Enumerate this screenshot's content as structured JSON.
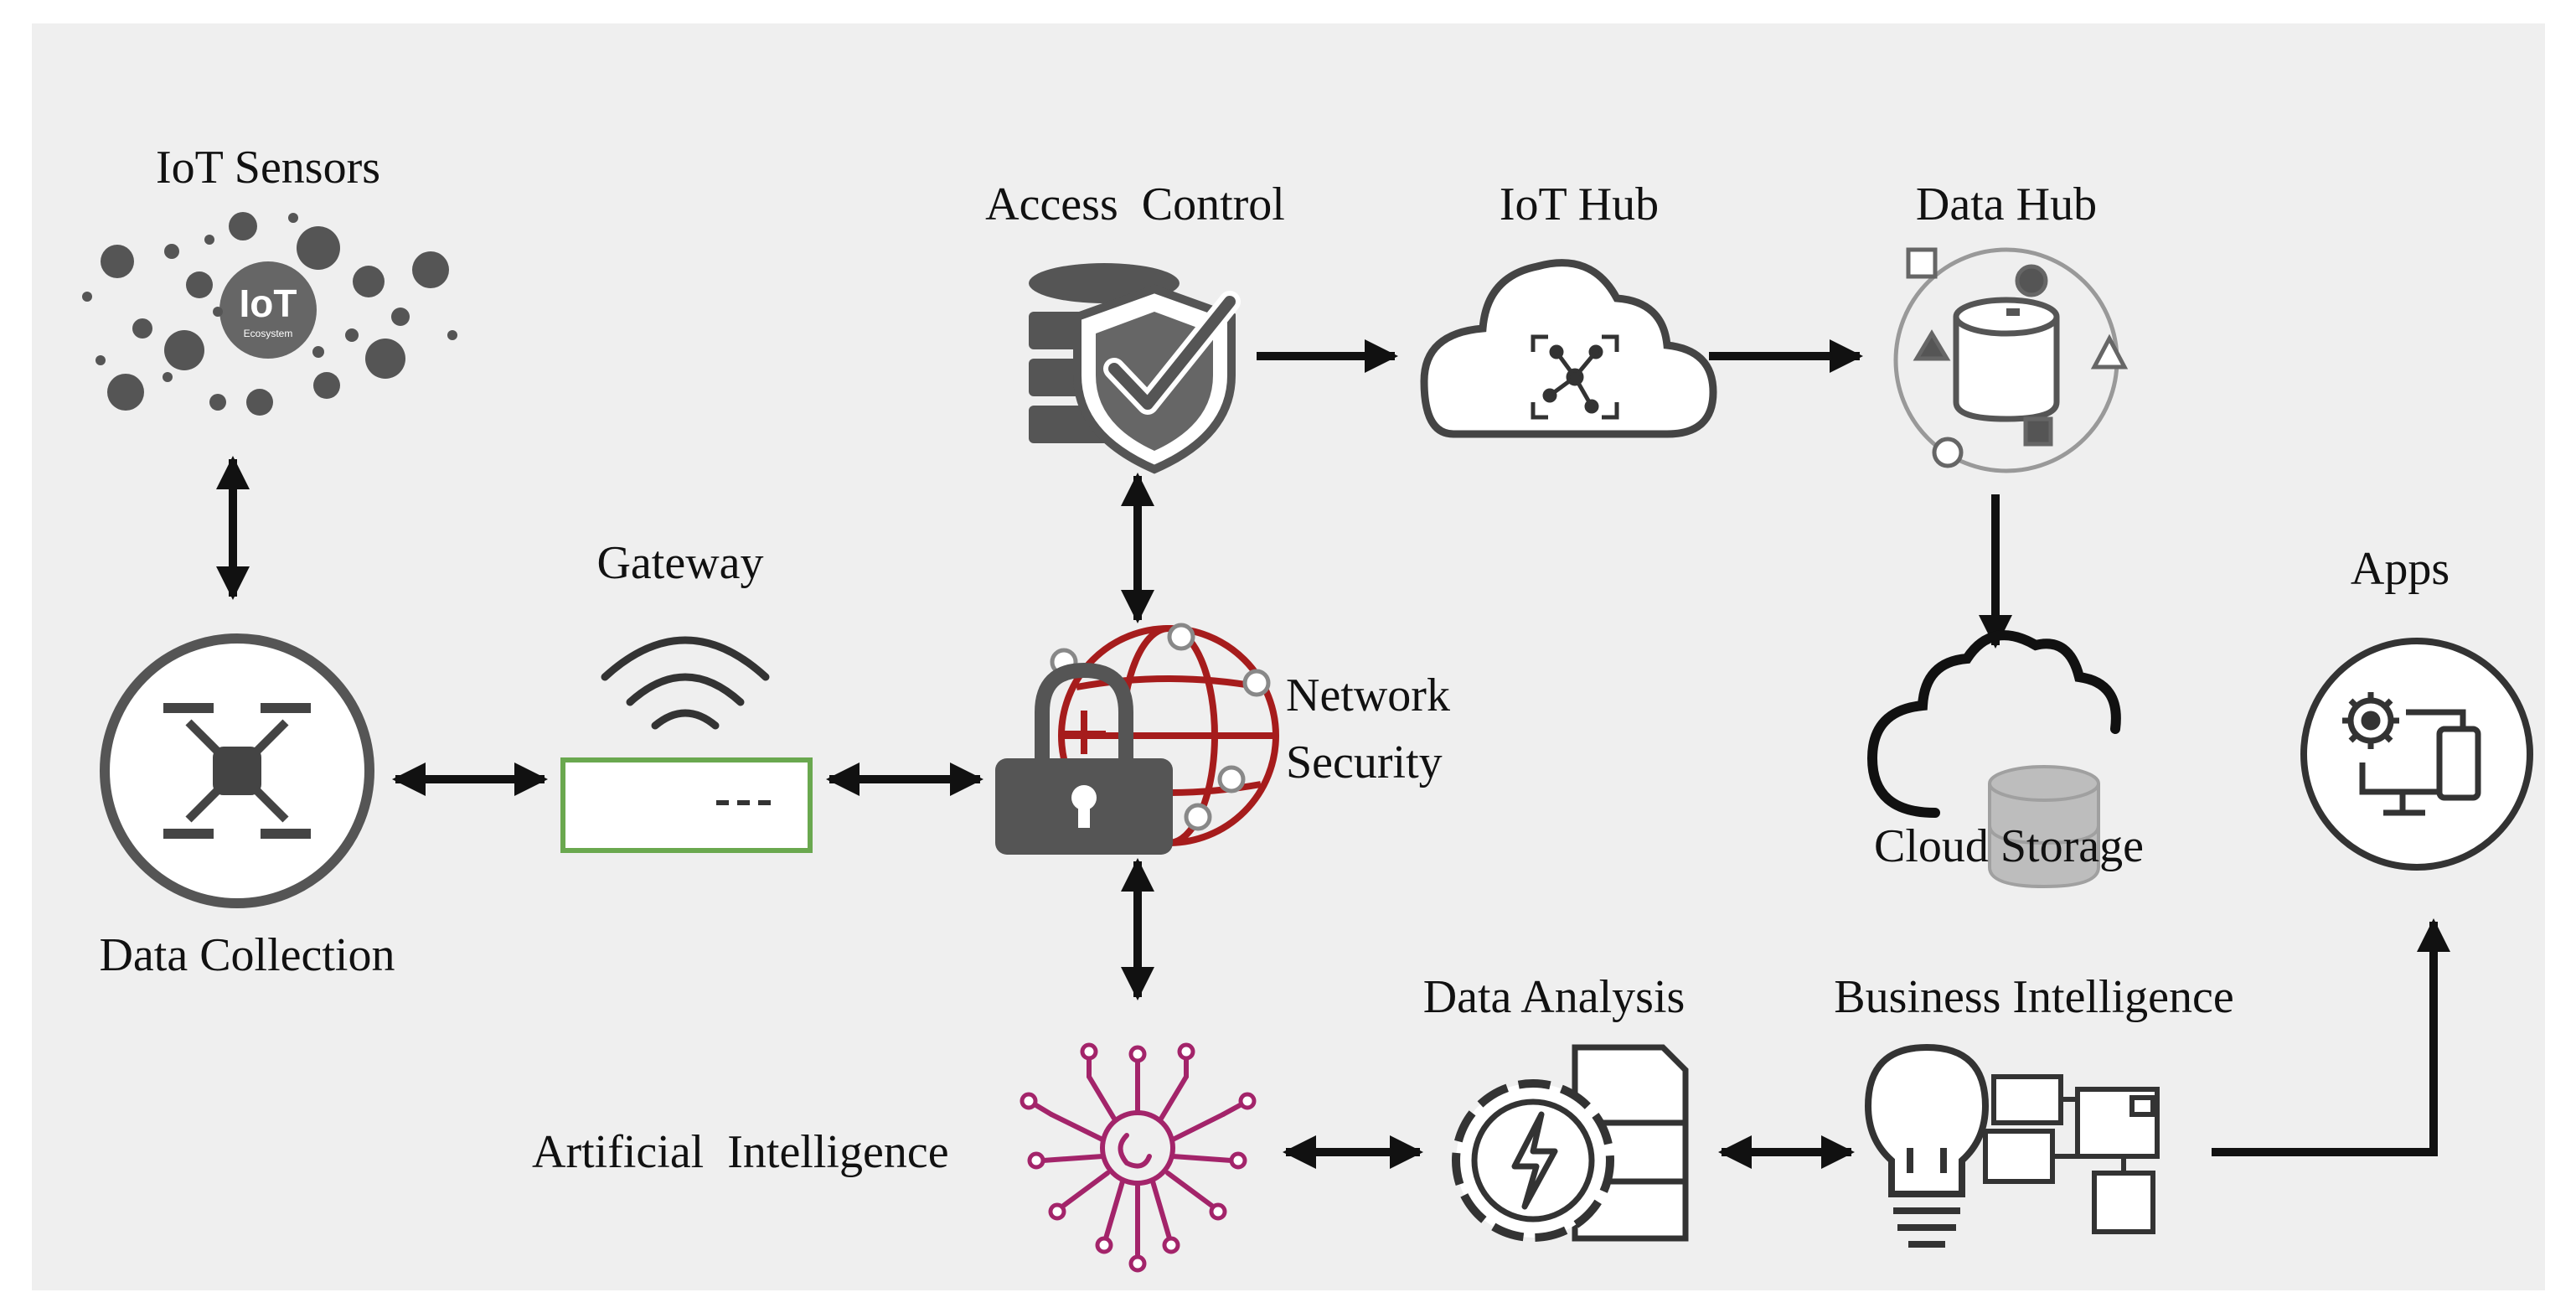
{
  "labels": {
    "iot_sensors": "IoT Sensors",
    "iot_logo": "IoT",
    "iot_logo_sub": "Ecosystem",
    "access_control": "Access  Control",
    "iot_hub": "IoT Hub",
    "data_hub": "Data Hub",
    "gateway": "Gateway",
    "network_security_line1": "Network",
    "network_security_line2": "Security",
    "apps": "Apps",
    "cloud_storage": "Cloud Storage",
    "data_collection": "Data Collection",
    "data_analysis": "Data Analysis",
    "business_intelligence": "Business Intelligence",
    "artificial_intelligence": "Artificial  Intelligence"
  },
  "colors": {
    "panel": "#efefef",
    "ink": "#111111",
    "icon_gray": "#4d4d4d",
    "gateway_green": "#6aa84f",
    "security_red": "#a61c1c",
    "ai_magenta": "#a3246a"
  },
  "connections": [
    {
      "from": "iot-sensors",
      "to": "data-collection",
      "direction": "both"
    },
    {
      "from": "data-collection",
      "to": "gateway",
      "direction": "both"
    },
    {
      "from": "gateway",
      "to": "network-security",
      "direction": "both"
    },
    {
      "from": "network-security",
      "to": "access-control",
      "direction": "both"
    },
    {
      "from": "network-security",
      "to": "artificial-intelligence",
      "direction": "both"
    },
    {
      "from": "access-control",
      "to": "iot-hub",
      "direction": "forward"
    },
    {
      "from": "iot-hub",
      "to": "data-hub",
      "direction": "forward"
    },
    {
      "from": "data-hub",
      "to": "cloud-storage",
      "direction": "forward"
    },
    {
      "from": "artificial-intelligence",
      "to": "data-analysis",
      "direction": "both"
    },
    {
      "from": "data-analysis",
      "to": "business-intelligence",
      "direction": "both"
    },
    {
      "from": "business-intelligence",
      "to": "apps",
      "direction": "forward"
    }
  ]
}
